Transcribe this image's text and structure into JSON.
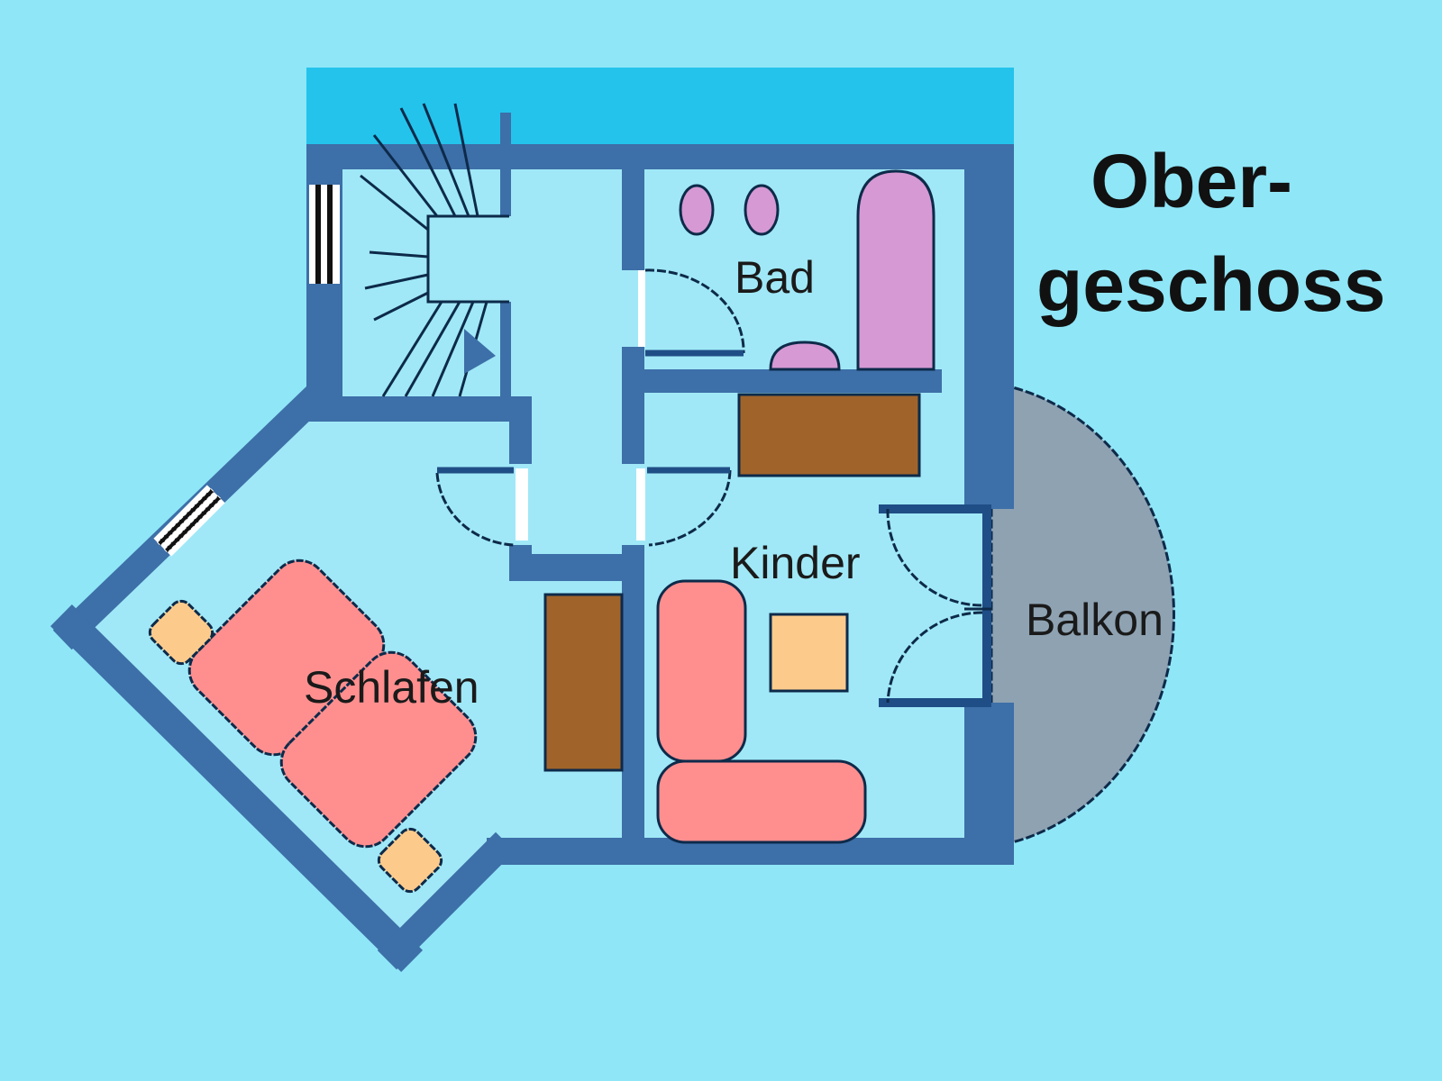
{
  "title": {
    "line1": "Ober-",
    "line2": "geschoss"
  },
  "rooms": {
    "bad": "Bad",
    "kinder": "Kinder",
    "schlafen": "Schlafen",
    "balkon": "Balkon"
  },
  "colors": {
    "background": "#8fe6f7",
    "floor": "#a0e8f7",
    "wall": "#3d6fa8",
    "roof_strip": "#24c3ec",
    "bed": "#ff8f8f",
    "nightstand": "#fccb8c",
    "wardrobe": "#a0642a",
    "sanitary": "#d699d3",
    "balcony": "#8ea2b2",
    "outline": "#0d2a4a"
  }
}
